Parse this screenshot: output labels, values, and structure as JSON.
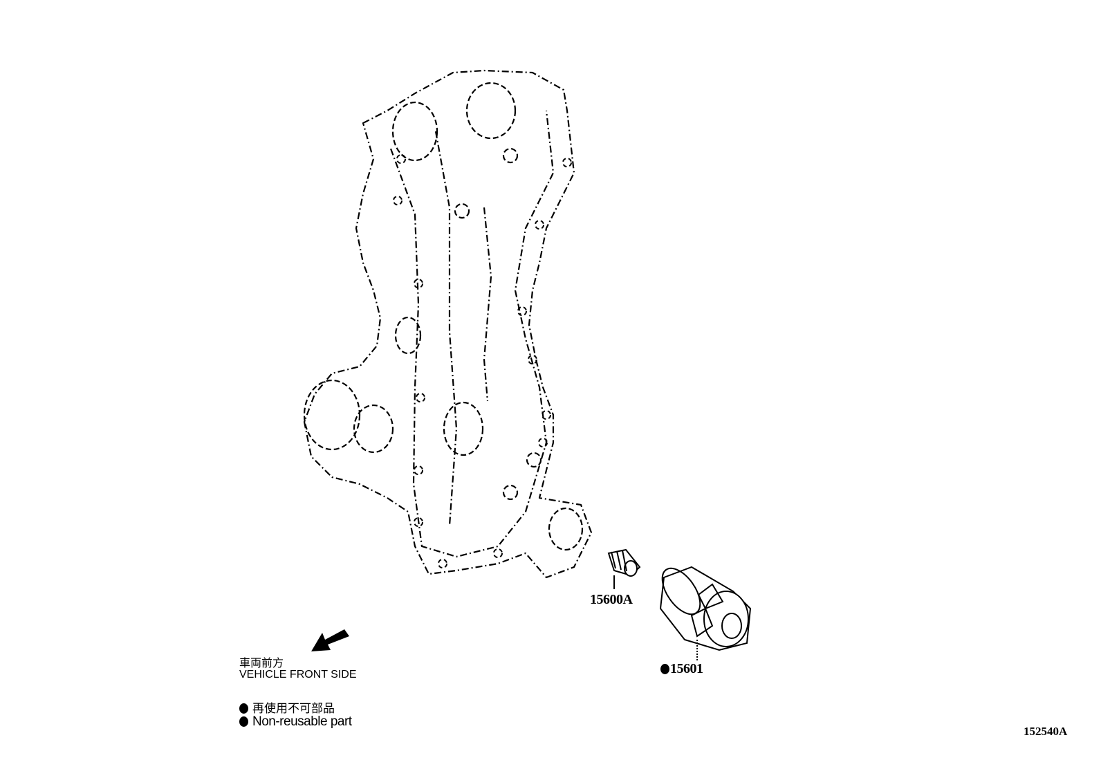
{
  "parts": {
    "oil_filter_union": {
      "number": "15600A"
    },
    "oil_filter": {
      "number": "15601",
      "non_reusable": true
    }
  },
  "legend": {
    "direction_jp": "車両前方",
    "direction_en": "VEHICLE FRONT SIDE",
    "non_reusable_jp": "再使用不可部品",
    "non_reusable_en": "Non-reusable part"
  },
  "illustration_id": "152540A"
}
